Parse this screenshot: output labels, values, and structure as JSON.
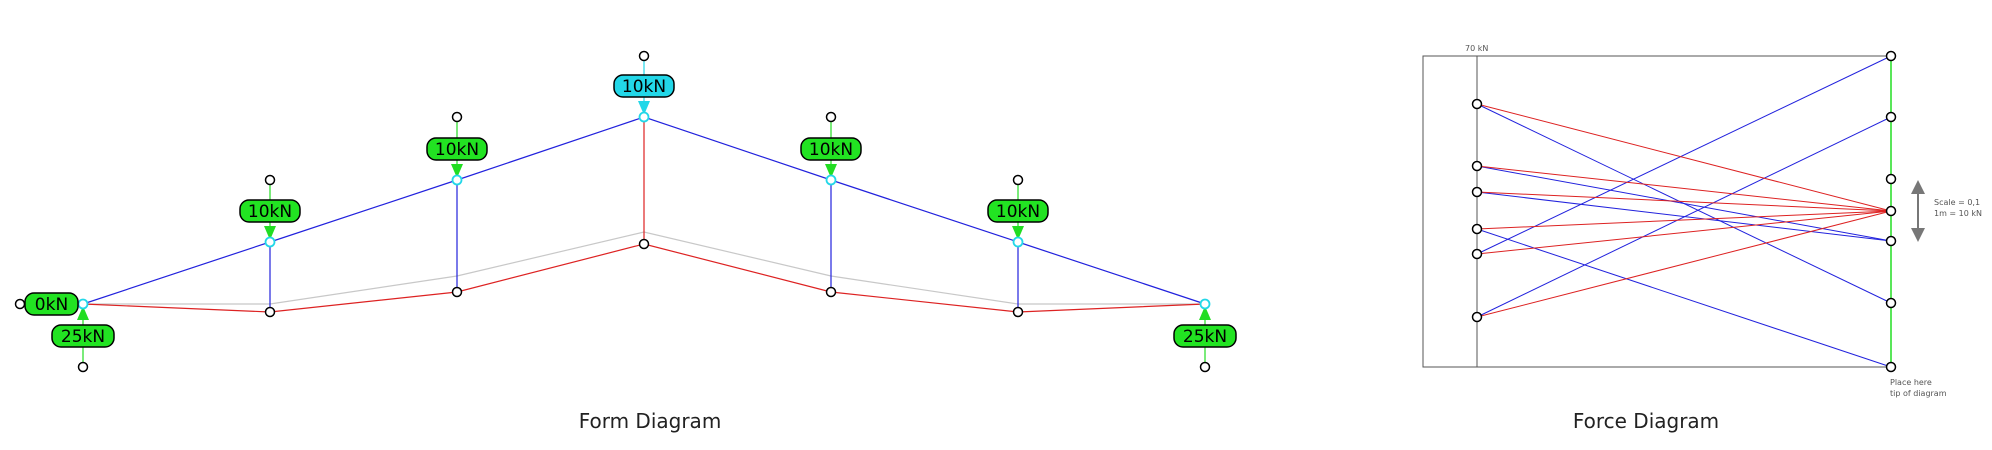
{
  "form_diagram": {
    "caption": "Form Diagram",
    "loads": [
      {
        "id": "support-left-load",
        "label": "0kN",
        "color": "#22e322",
        "selected": false
      },
      {
        "id": "reaction-left",
        "label": "25kN",
        "color": "#22e322",
        "selected": false
      },
      {
        "id": "load-1",
        "label": "10kN",
        "color": "#22e322",
        "selected": false
      },
      {
        "id": "load-2",
        "label": "10kN",
        "color": "#22e322",
        "selected": false
      },
      {
        "id": "load-3",
        "label": "10kN",
        "color": "#22d7e8",
        "selected": true
      },
      {
        "id": "load-4",
        "label": "10kN",
        "color": "#22e322",
        "selected": false
      },
      {
        "id": "load-5",
        "label": "10kN",
        "color": "#22e322",
        "selected": false
      },
      {
        "id": "reaction-right",
        "label": "25kN",
        "color": "#22e322",
        "selected": false
      }
    ]
  },
  "force_diagram": {
    "caption": "Force Diagram",
    "magnitude_label": "70 kN",
    "scale_label_1": "Scale = 0,1",
    "scale_label_2": "1m = 10 kN",
    "hint_line_1": "Place here",
    "hint_line_2": "tip of diagram"
  },
  "colors": {
    "compression": "#2222dd",
    "tension": "#dd2222",
    "load_line": "#22dd22",
    "selected": "#22d7e8",
    "ghost": "#c8c8c8",
    "frame": "#555555"
  }
}
